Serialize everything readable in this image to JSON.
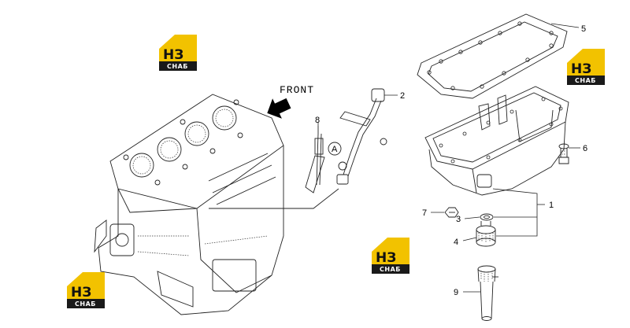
{
  "direction_label": "FRONT",
  "detail_marker": "A",
  "callouts": [
    {
      "id": "1",
      "label": "1"
    },
    {
      "id": "2",
      "label": "2"
    },
    {
      "id": "3",
      "label": "3"
    },
    {
      "id": "4",
      "label": "4"
    },
    {
      "id": "5",
      "label": "5"
    },
    {
      "id": "6",
      "label": "6"
    },
    {
      "id": "7",
      "label": "7"
    },
    {
      "id": "8",
      "label": "8"
    },
    {
      "id": "9",
      "label": "9"
    }
  ],
  "watermark": {
    "mark": "НЗ",
    "subtitle": "СНАБ",
    "colors": {
      "accent": "#f2c200",
      "dark": "#1a1a1a",
      "light": "#ffffff"
    }
  },
  "colors": {
    "line": "#222222",
    "background": "#ffffff"
  }
}
